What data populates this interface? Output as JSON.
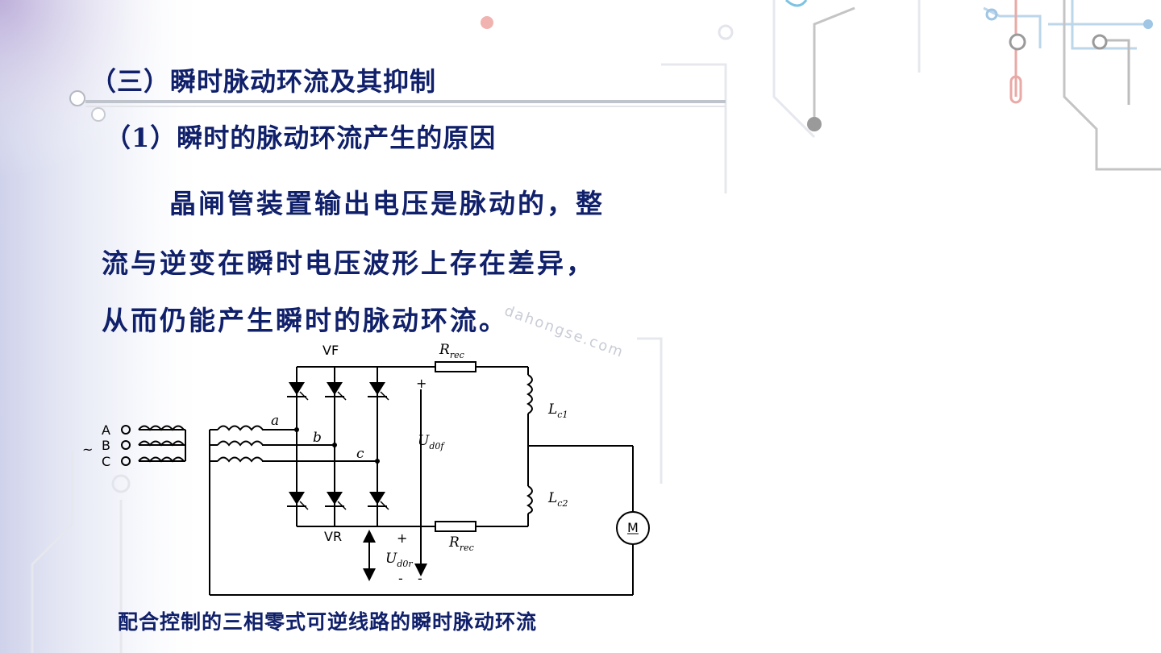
{
  "title": "（三）瞬时脉动环流及其抑制",
  "subtitle": "（1）瞬时的脉动环流产生的原因",
  "paragraph": [
    "晶闸管装置输出电压是脉动的，整",
    "流与逆变在瞬时电压波形上存在差异，",
    "从而仍能产生瞬时的脉动环流。"
  ],
  "watermark": "dahongse.com",
  "caption": "配合控制的三相零式可逆线路的瞬时脉动环流",
  "circuit": {
    "vf": "VF",
    "vr": "VR",
    "phase_a": "A",
    "phase_b": "B",
    "phase_c": "C",
    "ac_symbol": "~",
    "node_a": "a",
    "node_b": "b",
    "node_c": "c",
    "r_main": "R",
    "r_sub": "rec",
    "lc1_main": "L",
    "lc1_sub": "c1",
    "lc2_main": "L",
    "lc2_sub": "c2",
    "u_main": "U",
    "u_f_sub": "d0f",
    "u_r_sub": "d0r",
    "plus": "+",
    "minus": "-",
    "motor": "M"
  }
}
